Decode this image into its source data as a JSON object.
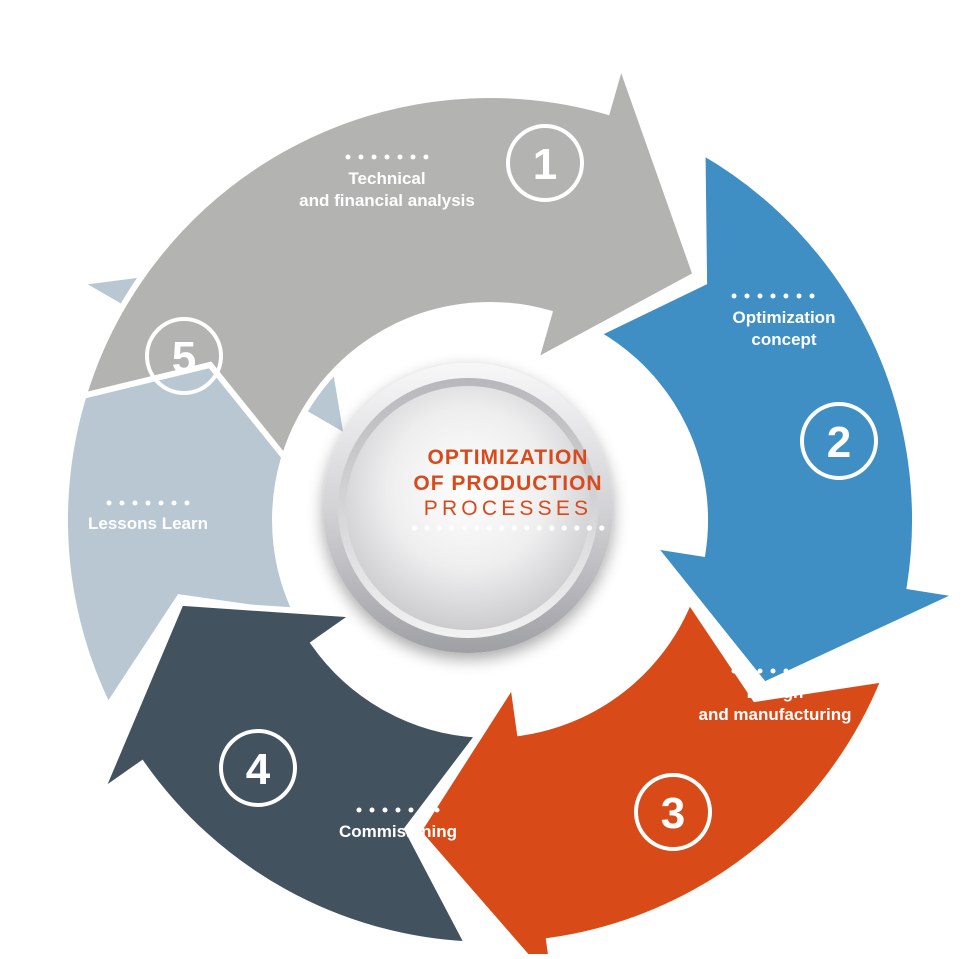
{
  "center": {
    "line1": "OPTIMIZATION",
    "line2": "OF PRODUCTION",
    "line3": "PROCESSES"
  },
  "colors": {
    "accent": "#d84a1b",
    "step1": "#b3b3b1",
    "step2": "#3f8fc4",
    "step3": "#d84a17",
    "step4": "#43525f",
    "step5": "#b8c7d2"
  },
  "steps": [
    {
      "number": "1",
      "label_line1": "Technical",
      "label_line2": "and financial analysis"
    },
    {
      "number": "2",
      "label_line1": "Optimization",
      "label_line2": "concept"
    },
    {
      "number": "3",
      "label_line1": "Design",
      "label_line2": "and manufacturing"
    },
    {
      "number": "4",
      "label_line1": "Commisioning",
      "label_line2": ""
    },
    {
      "number": "5",
      "label_line1": "Lessons Learn",
      "label_line2": ""
    }
  ]
}
